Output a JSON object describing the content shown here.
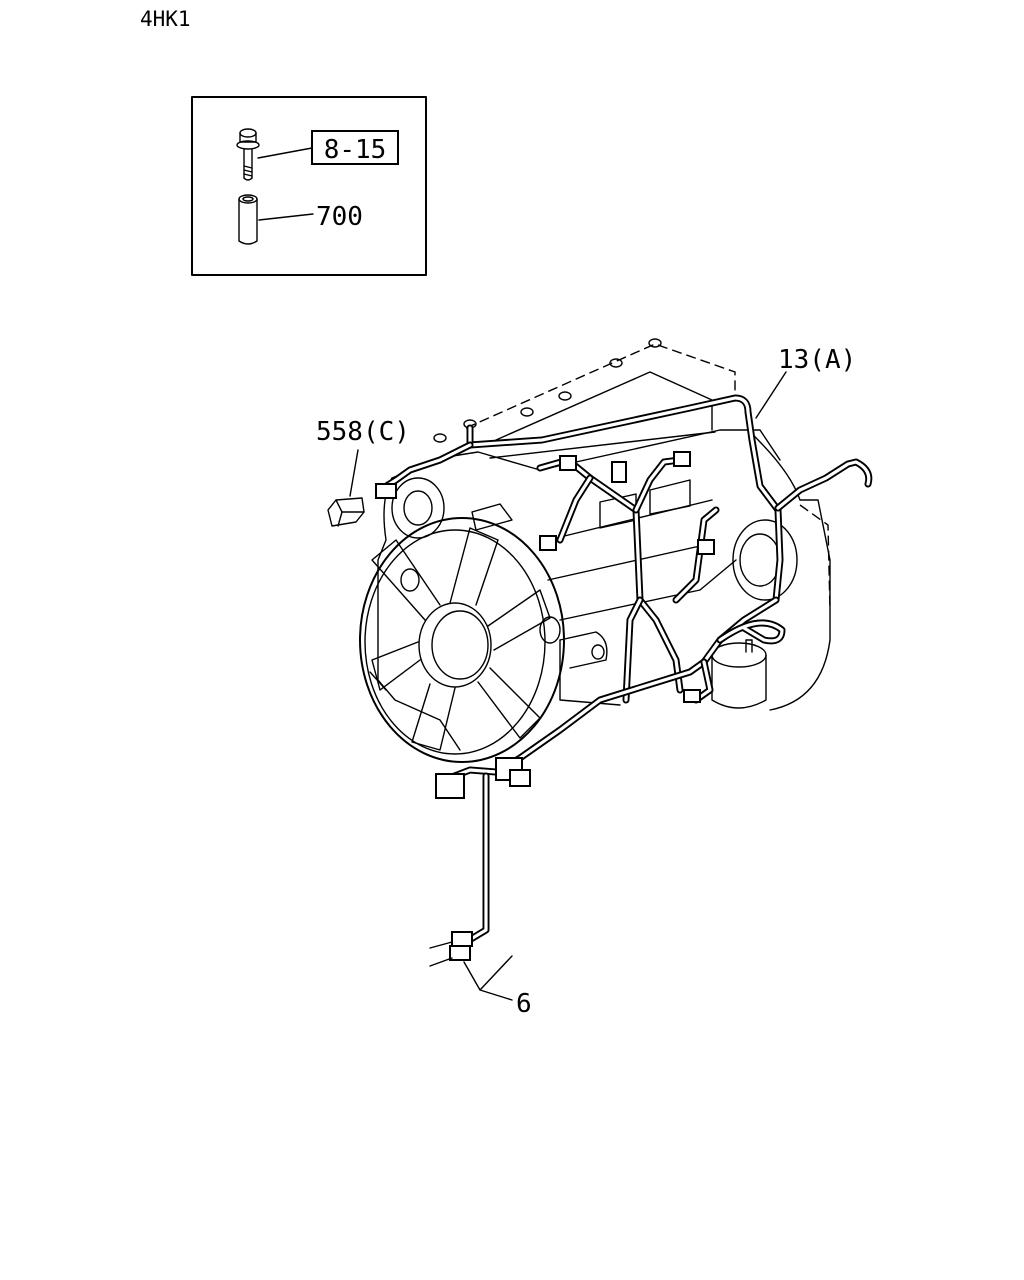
{
  "page": {
    "model_code": "4HK1"
  },
  "inset": {
    "ref_label": "8-15",
    "part_label": "700"
  },
  "callouts": {
    "harness": "13(A)",
    "cap": "558(C)",
    "connector": "6"
  },
  "colors": {
    "line": "#000000",
    "background": "#ffffff"
  }
}
